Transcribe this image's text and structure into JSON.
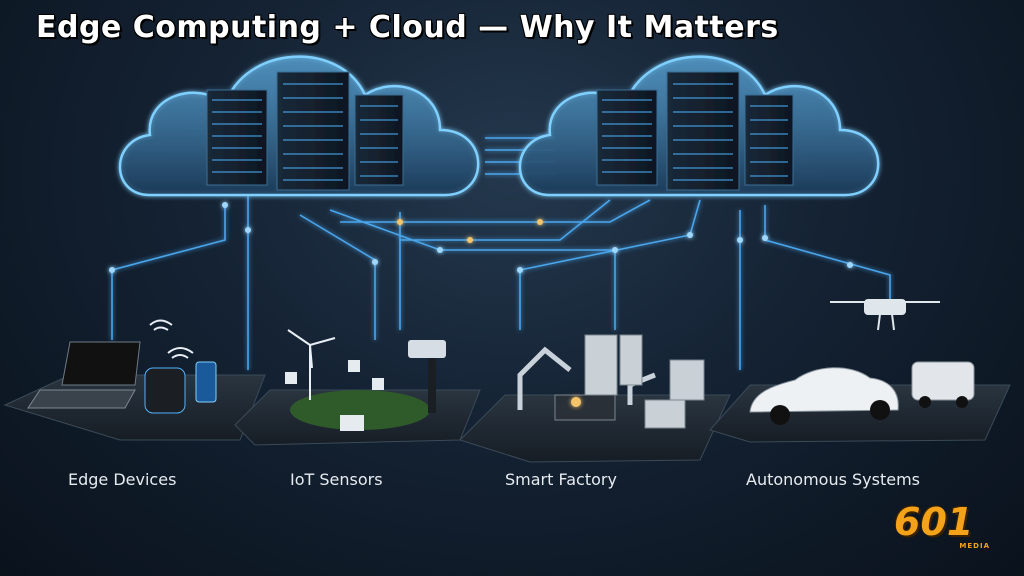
{
  "title": "Edge Computing + Cloud — Why It Matters",
  "clouds": [
    {
      "name": "left-cloud"
    },
    {
      "name": "right-cloud"
    }
  ],
  "categories": [
    {
      "label": "Edge Devices"
    },
    {
      "label": "IoT Sensors"
    },
    {
      "label": "Smart Factory"
    },
    {
      "label": "Autonomous Systems"
    }
  ],
  "logo": {
    "number": "601",
    "subtitle": "MEDIA"
  },
  "colors": {
    "accent": "#4fb3ff",
    "glow": "#f5c46a",
    "logo": "#f3a21a"
  }
}
